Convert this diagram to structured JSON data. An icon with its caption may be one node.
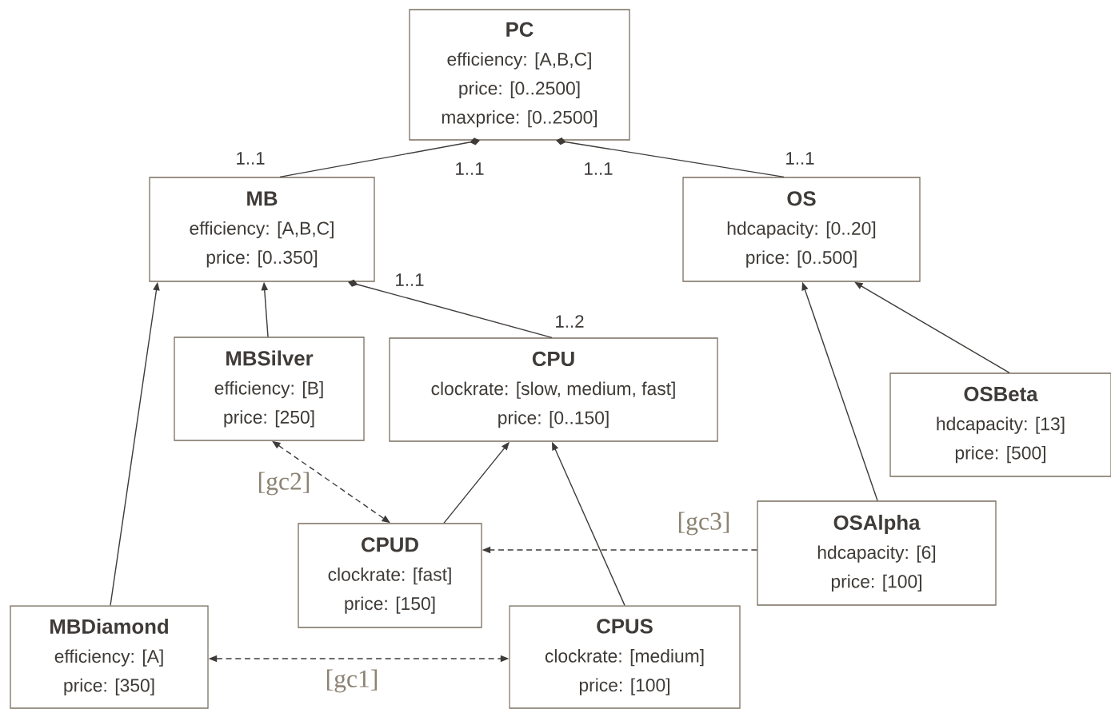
{
  "diagram": {
    "nodes": [
      {
        "text": [
          "PC",
          "efficiency: [A,B,C]",
          "price: [0..2500]",
          "maxprice: [0..2500]"
        ]
      },
      {
        "text": [
          "MB",
          "efficiency: [A,B,C]",
          "price: [0..350]"
        ]
      },
      {
        "text": [
          "OS",
          "hdcapacity: [0..20]",
          "price: [0..500]"
        ]
      },
      {
        "text": [
          "MBSilver",
          "efficiency: [B]",
          "price: [250]"
        ]
      },
      {
        "text": [
          "CPU",
          "clockrate: [slow, medium, fast]",
          "price: [0..150]"
        ]
      },
      {
        "text": [
          "OSBeta",
          "hdcapacity: [13]",
          "price: [500]"
        ]
      },
      {
        "text": [
          "CPUD",
          "clockrate: [fast]",
          "price: [150]"
        ]
      },
      {
        "text": [
          "OSAlpha",
          "hdcapacity: [6]",
          "price: [100]"
        ]
      },
      {
        "text": [
          "MBDiamond",
          "efficiency: [A]",
          "price: [350]"
        ]
      },
      {
        "text": [
          "CPUS",
          "clockrate: [medium]",
          "price: [100]"
        ]
      }
    ],
    "edges": [
      {
        "from": 1,
        "to": 0,
        "arrow": "other"
      },
      {
        "from": 2,
        "to": 0,
        "arrow": "other"
      },
      {
        "from": 4,
        "to": 1,
        "arrow": "other"
      },
      {
        "from": 3,
        "to": 1,
        "arrow": "to"
      },
      {
        "from": 8,
        "to": 1,
        "arrow": "to"
      },
      {
        "from": 7,
        "to": 2,
        "arrow": "to"
      },
      {
        "from": 5,
        "to": 2,
        "arrow": "to"
      },
      {
        "from": 6,
        "to": 4,
        "arrow": "to"
      },
      {
        "from": 9,
        "to": 4,
        "arrow": "to"
      },
      {
        "from": 3,
        "to": 6,
        "arrow": "both",
        "style": "dashed",
        "label": "[gc2]"
      },
      {
        "from": 7,
        "to": 6,
        "arrow": "to",
        "style": "dashed",
        "label": "[gc3]"
      },
      {
        "from": 8,
        "to": 9,
        "arrow": "both",
        "style": "dashed",
        "label": "[gc1]"
      }
    ],
    "labels": [
      "1..1",
      "1..1",
      "1..1",
      "1..1",
      "1..1",
      "1..2"
    ]
  }
}
